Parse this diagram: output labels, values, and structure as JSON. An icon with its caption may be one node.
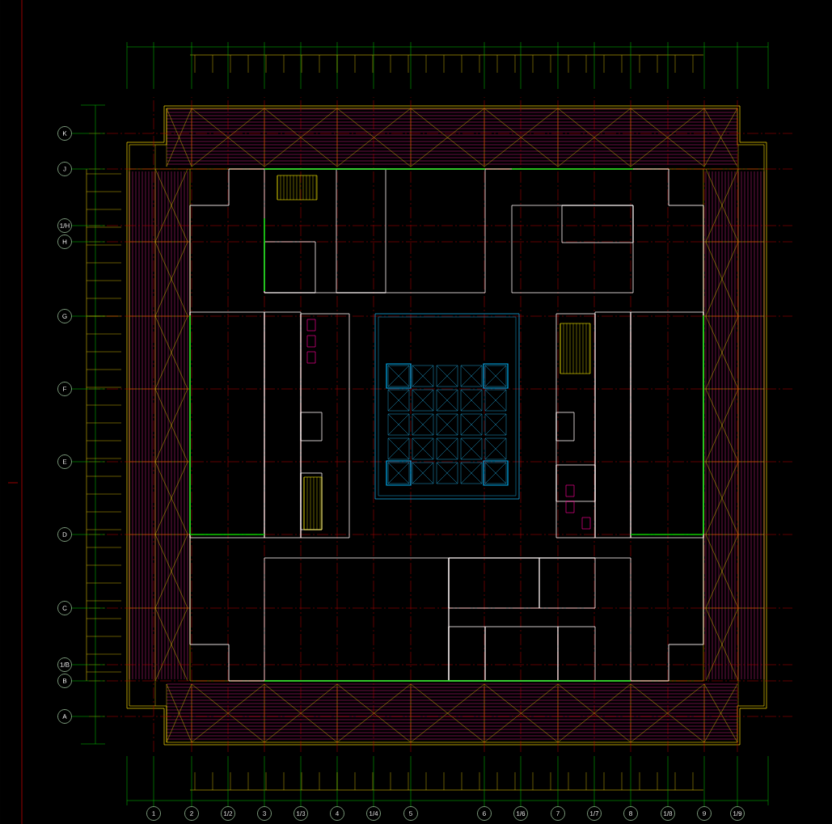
{
  "diagram": {
    "nodes": [
      {
        "text": [
          "K"
        ]
      },
      {
        "text": [
          "J"
        ]
      },
      {
        "text": [
          "1/H"
        ]
      },
      {
        "text": [
          "H"
        ]
      },
      {
        "text": [
          "G"
        ]
      },
      {
        "text": [
          "F"
        ]
      },
      {
        "text": [
          "E"
        ]
      },
      {
        "text": [
          "D"
        ]
      },
      {
        "text": [
          "C"
        ]
      },
      {
        "text": [
          "1/B"
        ]
      },
      {
        "text": [
          "B"
        ]
      },
      {
        "text": [
          "A"
        ]
      },
      {
        "text": [
          "1"
        ]
      },
      {
        "text": [
          "2"
        ]
      },
      {
        "text": [
          "1/2"
        ]
      },
      {
        "text": [
          "3"
        ]
      },
      {
        "text": [
          "1/3"
        ]
      },
      {
        "text": [
          "4"
        ]
      },
      {
        "text": [
          "1/4"
        ]
      },
      {
        "text": [
          "5"
        ]
      },
      {
        "text": [
          "6"
        ]
      },
      {
        "text": [
          "1/6"
        ]
      },
      {
        "text": [
          "7"
        ]
      },
      {
        "text": [
          "1/7"
        ]
      },
      {
        "text": [
          "8"
        ]
      },
      {
        "text": [
          "1/8"
        ]
      },
      {
        "text": [
          "9"
        ]
      },
      {
        "text": [
          "1/9"
        ]
      }
    ]
  }
}
